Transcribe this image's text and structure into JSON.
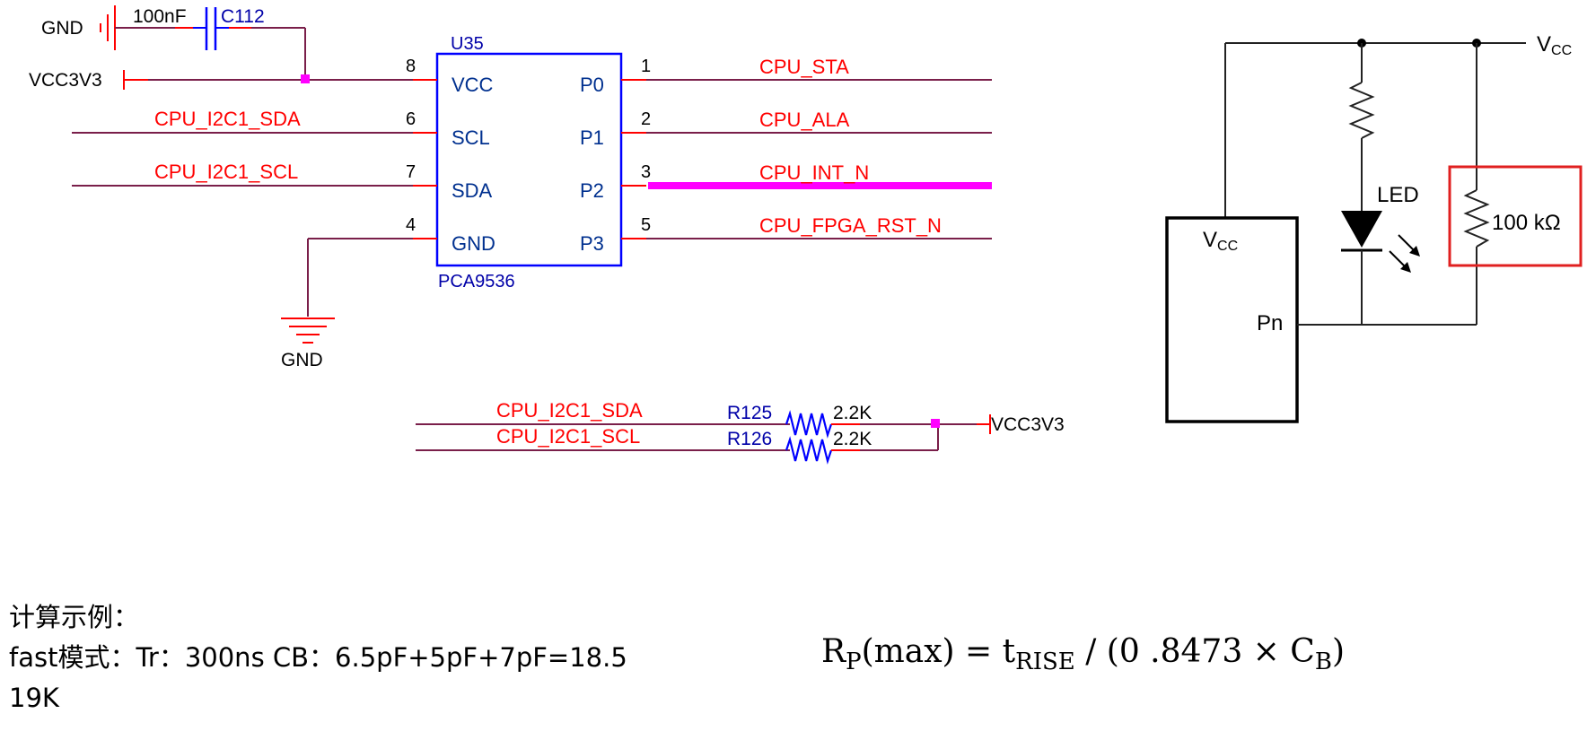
{
  "schematic": {
    "cap": {
      "gnd_label": "GND",
      "value": "100nF",
      "ref": "C112"
    },
    "supply_label": "VCC3V3",
    "ic": {
      "ref": "U35",
      "part": "PCA9536",
      "left_pins": [
        {
          "num": "8",
          "name": "VCC"
        },
        {
          "num": "6",
          "name": "SCL"
        },
        {
          "num": "7",
          "name": "SDA"
        },
        {
          "num": "4",
          "name": "GND"
        }
      ],
      "right_pins": [
        {
          "num": "1",
          "name": "P0"
        },
        {
          "num": "2",
          "name": "P1"
        },
        {
          "num": "3",
          "name": "P2"
        },
        {
          "num": "5",
          "name": "P3"
        }
      ]
    },
    "left_nets": [
      "CPU_I2C1_SDA",
      "CPU_I2C1_SCL"
    ],
    "right_nets": [
      "CPU_STA",
      "CPU_ALA",
      "CPU_INT_N",
      "CPU_FPGA_RST_N"
    ],
    "ground_label": "GND",
    "pullups": {
      "nets": [
        "CPU_I2C1_SDA",
        "CPU_I2C1_SCL"
      ],
      "refs": [
        "R125",
        "R126"
      ],
      "values": [
        "2.2K",
        "2.2K"
      ],
      "supply": "VCC3V3"
    },
    "highlight_color": "#ff00ff",
    "wire_color": "#7a1f4a",
    "pin_color": "#ff0000"
  },
  "led_diagram": {
    "vcc_top_main": "V",
    "vcc_top_sub": "CC",
    "block_vcc_main": "V",
    "block_vcc_sub": "CC",
    "pin_label": "Pn",
    "led_label": "LED",
    "resistor_label": "100 kΩ",
    "highlight_color": "#e02020"
  },
  "notes": {
    "line1": "计算示例：",
    "line2": "fast模式：Tr：300ns   CB：6.5pF+5pF+7pF=18.5",
    "line3": "19K"
  },
  "formula": {
    "rp": "R",
    "rp_sub": "P",
    "max": "(max) = t",
    "t_sub": "RISE",
    "rest": " / (0 .8473  × C",
    "cb_sub": "B",
    "close": ")"
  }
}
